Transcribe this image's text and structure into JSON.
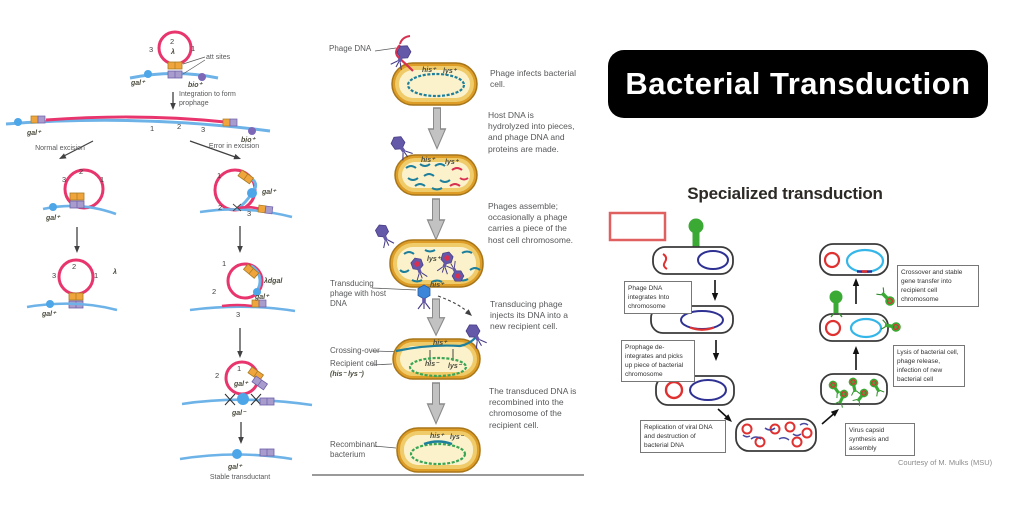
{
  "title": "Bacterial Transduction",
  "courtesy": "Courtesy of M. Mulks (MSU)",
  "left": {
    "att_sites": "att sites",
    "integration": "Integration to form prophage",
    "normal_excision": "Normal excision",
    "error_excision": "Error in excision",
    "stable_transductant": "Stable transductant",
    "lambda": "λ",
    "lambda_dgal": "λdgal",
    "gal_plus": "gal⁺",
    "gal_minus": "gal⁻",
    "bio_plus": "bio⁺",
    "n1": "1",
    "n2": "2",
    "n3": "3"
  },
  "middle": {
    "phage_dna": "Phage DNA",
    "transducing_phage": "Transducing phage with host DNA",
    "crossing_over": "Crossing-over",
    "recipient_cell": "Recipient cell",
    "recipient_genotype": "(his⁻ lys⁻)",
    "recombinant": "Recombinant bacterium",
    "his_plus": "his⁺",
    "lys_plus": "lys⁺",
    "his_minus": "his⁻",
    "lys_minus": "lys⁻",
    "steps": [
      "Phage infects bacterial cell.",
      "Host DNA is hydrolyzed into pieces, and phage DNA and proteins are made.",
      "Phages assemble; occasionally a phage carries a piece of the host cell chromosome.",
      "Transducing phage injects its DNA into a new recipient cell.",
      "The transduced DNA is recombined into the chromosome of the recipient cell."
    ]
  },
  "right": {
    "heading": "Specialized transduction",
    "boxes": [
      "Phage DNA integrates Into chromosome",
      "Prophage de-integrates and picks up piece of bacterial chromosome",
      "Replication of viral DNA and destruction of bacterial DNA",
      "Virus capsid synthesis and assembly",
      "Lysis of bacterial cell, phage release, infection of new bacterial cell",
      "Crossover and stable gene transfer into recipient cell chromosome"
    ]
  },
  "colors": {
    "phage_red": "#e8356d",
    "chromosome_blue": "#6db3e8",
    "att_orange": "#f0a43c",
    "att_purple": "#a89ccc",
    "cell_gold": "#e3a52c",
    "dna_teal": "#1d7f9c",
    "dna_green": "#3aa655",
    "phage_purple": "#6459a8",
    "viral_red": "#e03131",
    "host_navy": "#2e3192",
    "recipient_cyan": "#35b6e8",
    "phage_green": "#3aaa35",
    "banner_bg": "#000000",
    "banner_text": "#ffffff"
  }
}
